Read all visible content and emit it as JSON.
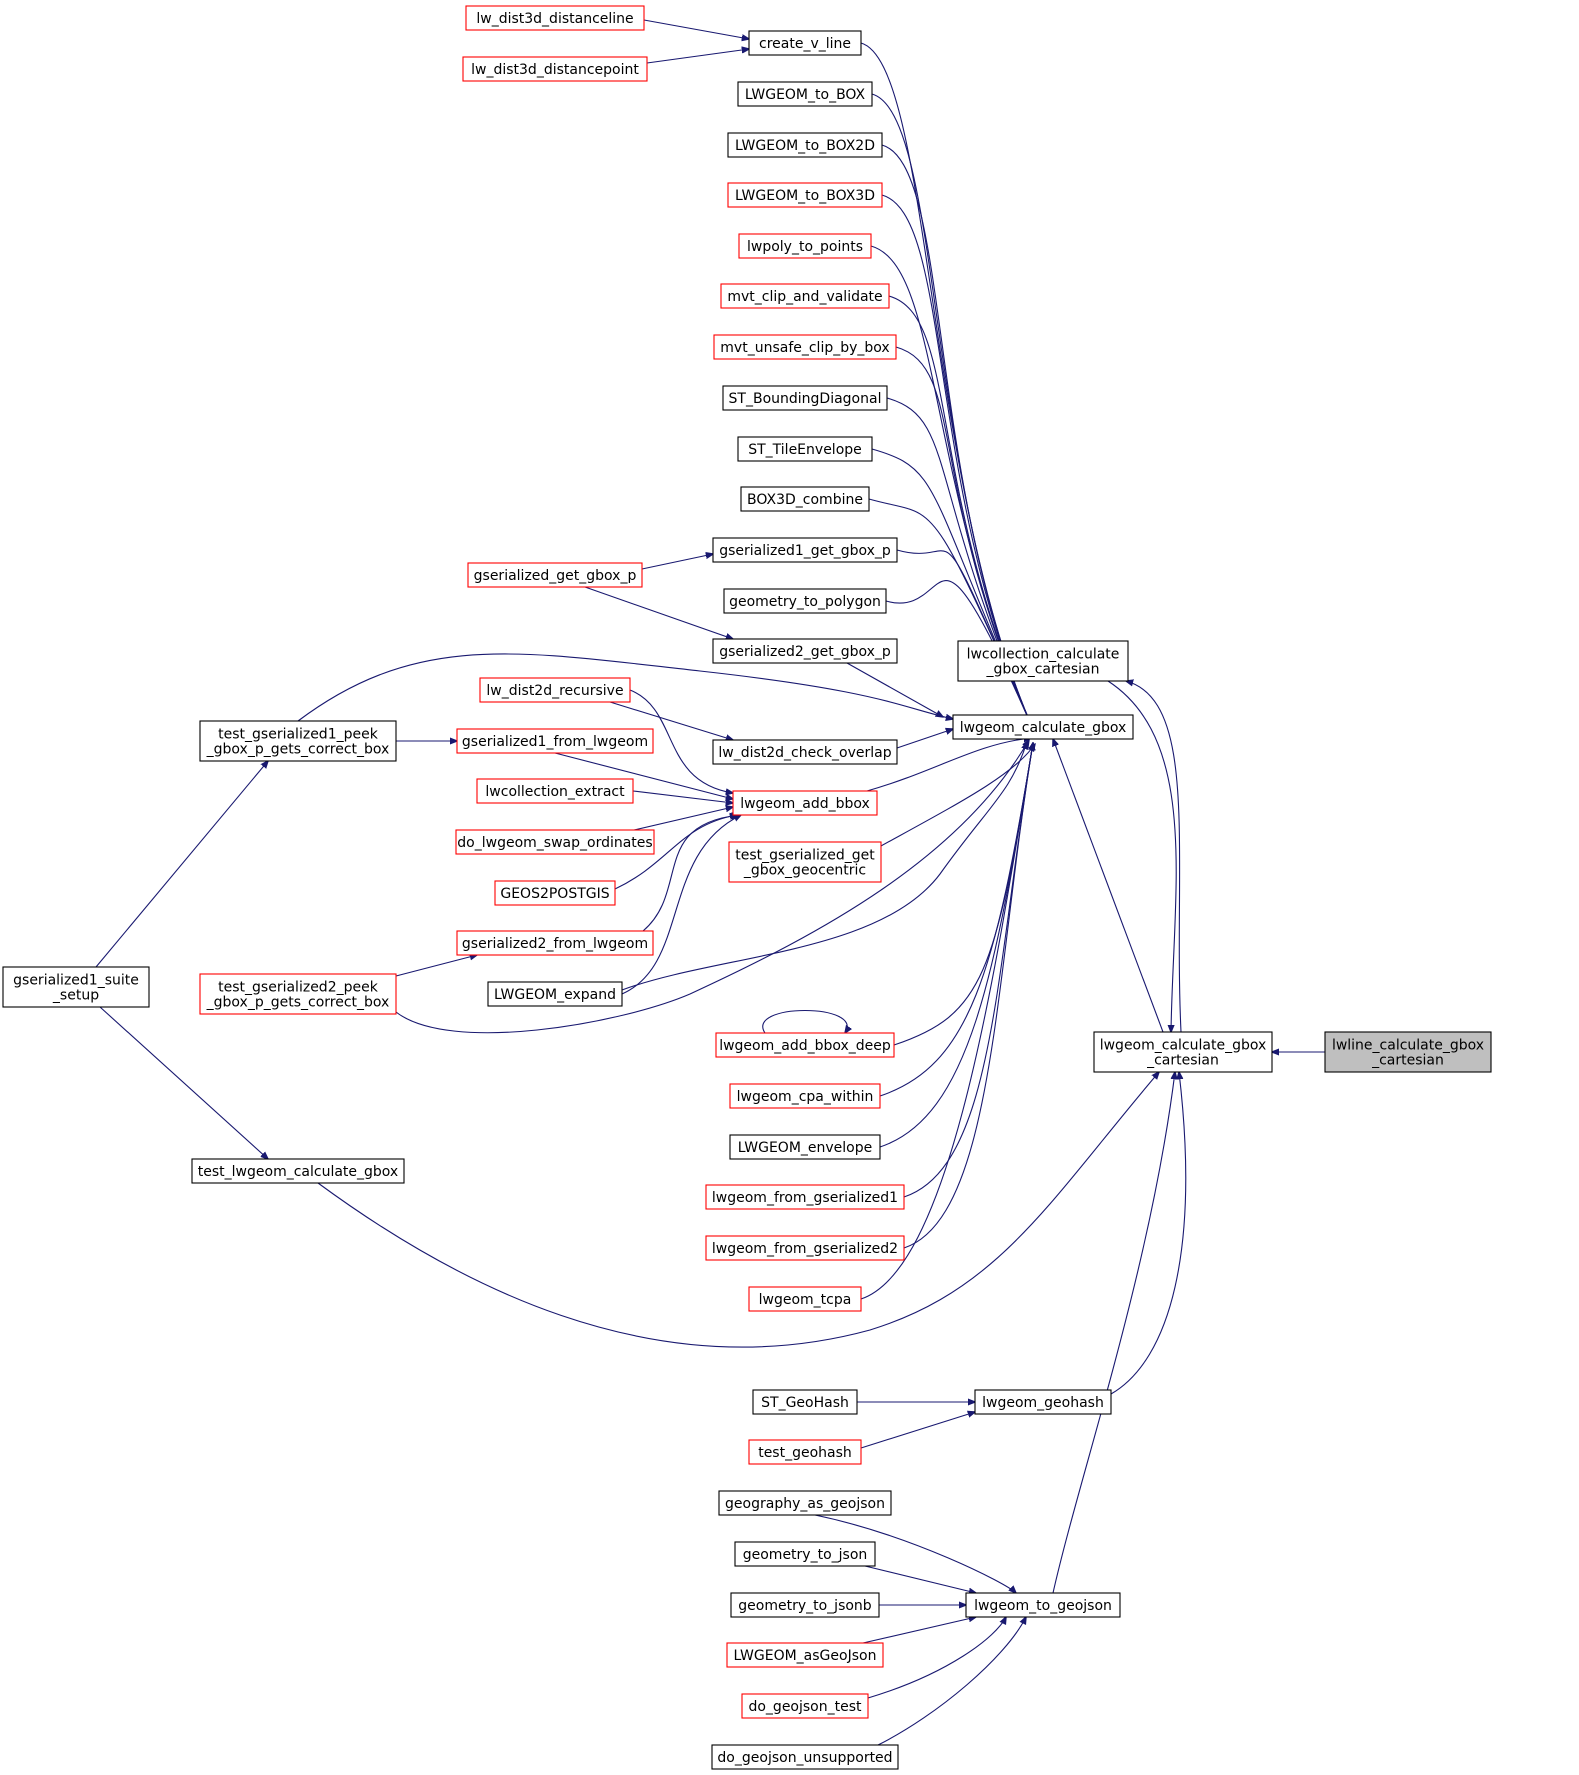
{
  "nodes": [
    {
      "id": "lwline_calculate_gbox_cartesian",
      "lines": [
        "lwline_calculate_gbox",
        "_cartesian"
      ],
      "color": "focus"
    },
    {
      "id": "lwgeom_calculate_gbox_cartesian",
      "lines": [
        "lwgeom_calculate_gbox",
        "_cartesian"
      ],
      "color": "black"
    },
    {
      "id": "lwcollection_calculate_gbox_cartesian",
      "lines": [
        "lwcollection_calculate",
        "_gbox_cartesian"
      ],
      "color": "black"
    },
    {
      "id": "lwgeom_calculate_gbox",
      "lines": [
        "lwgeom_calculate_gbox"
      ],
      "color": "black"
    },
    {
      "id": "lwgeom_geohash",
      "lines": [
        "lwgeom_geohash"
      ],
      "color": "black"
    },
    {
      "id": "lwgeom_to_geojson",
      "lines": [
        "lwgeom_to_geojson"
      ],
      "color": "black"
    },
    {
      "id": "create_v_line",
      "lines": [
        "create_v_line"
      ],
      "color": "black"
    },
    {
      "id": "LWGEOM_to_BOX",
      "lines": [
        "LWGEOM_to_BOX"
      ],
      "color": "black"
    },
    {
      "id": "LWGEOM_to_BOX2D",
      "lines": [
        "LWGEOM_to_BOX2D"
      ],
      "color": "black"
    },
    {
      "id": "LWGEOM_to_BOX3D",
      "lines": [
        "LWGEOM_to_BOX3D"
      ],
      "color": "red"
    },
    {
      "id": "lwpoly_to_points",
      "lines": [
        "lwpoly_to_points"
      ],
      "color": "red"
    },
    {
      "id": "mvt_clip_and_validate",
      "lines": [
        "mvt_clip_and_validate"
      ],
      "color": "red"
    },
    {
      "id": "mvt_unsafe_clip_by_box",
      "lines": [
        "mvt_unsafe_clip_by_box"
      ],
      "color": "red"
    },
    {
      "id": "ST_BoundingDiagonal",
      "lines": [
        "ST_BoundingDiagonal"
      ],
      "color": "black"
    },
    {
      "id": "ST_TileEnvelope",
      "lines": [
        "ST_TileEnvelope"
      ],
      "color": "black"
    },
    {
      "id": "BOX3D_combine",
      "lines": [
        "BOX3D_combine"
      ],
      "color": "black"
    },
    {
      "id": "gserialized1_get_gbox_p",
      "lines": [
        "gserialized1_get_gbox_p"
      ],
      "color": "black"
    },
    {
      "id": "geometry_to_polygon",
      "lines": [
        "geometry_to_polygon"
      ],
      "color": "black"
    },
    {
      "id": "gserialized2_get_gbox_p",
      "lines": [
        "gserialized2_get_gbox_p"
      ],
      "color": "black"
    },
    {
      "id": "lw_dist2d_check_overlap",
      "lines": [
        "lw_dist2d_check_overlap"
      ],
      "color": "black"
    },
    {
      "id": "lwgeom_add_bbox",
      "lines": [
        "lwgeom_add_bbox"
      ],
      "color": "red"
    },
    {
      "id": "test_gserialized_get_gbox_geocentric",
      "lines": [
        "test_gserialized_get",
        "_gbox_geocentric"
      ],
      "color": "red"
    },
    {
      "id": "lwgeom_add_bbox_deep",
      "lines": [
        "lwgeom_add_bbox_deep"
      ],
      "color": "red"
    },
    {
      "id": "lwgeom_cpa_within",
      "lines": [
        "lwgeom_cpa_within"
      ],
      "color": "red"
    },
    {
      "id": "LWGEOM_envelope",
      "lines": [
        "LWGEOM_envelope"
      ],
      "color": "black"
    },
    {
      "id": "lwgeom_from_gserialized1",
      "lines": [
        "lwgeom_from_gserialized1"
      ],
      "color": "red"
    },
    {
      "id": "lwgeom_from_gserialized2",
      "lines": [
        "lwgeom_from_gserialized2"
      ],
      "color": "red"
    },
    {
      "id": "lwgeom_tcpa",
      "lines": [
        "lwgeom_tcpa"
      ],
      "color": "red"
    },
    {
      "id": "ST_GeoHash",
      "lines": [
        "ST_GeoHash"
      ],
      "color": "black"
    },
    {
      "id": "test_geohash",
      "lines": [
        "test_geohash"
      ],
      "color": "red"
    },
    {
      "id": "geography_as_geojson",
      "lines": [
        "geography_as_geojson"
      ],
      "color": "black"
    },
    {
      "id": "geometry_to_json",
      "lines": [
        "geometry_to_json"
      ],
      "color": "black"
    },
    {
      "id": "geometry_to_jsonb",
      "lines": [
        "geometry_to_jsonb"
      ],
      "color": "black"
    },
    {
      "id": "LWGEOM_asGeoJson",
      "lines": [
        "LWGEOM_asGeoJson"
      ],
      "color": "red"
    },
    {
      "id": "do_geojson_test",
      "lines": [
        "do_geojson_test"
      ],
      "color": "red"
    },
    {
      "id": "do_geojson_unsupported",
      "lines": [
        "do_geojson_unsupported"
      ],
      "color": "black"
    },
    {
      "id": "lw_dist3d_distanceline",
      "lines": [
        "lw_dist3d_distanceline"
      ],
      "color": "red"
    },
    {
      "id": "lw_dist3d_distancepoint",
      "lines": [
        "lw_dist3d_distancepoint"
      ],
      "color": "red"
    },
    {
      "id": "gserialized_get_gbox_p",
      "lines": [
        "gserialized_get_gbox_p"
      ],
      "color": "red"
    },
    {
      "id": "lw_dist2d_recursive",
      "lines": [
        "lw_dist2d_recursive"
      ],
      "color": "red"
    },
    {
      "id": "gserialized1_from_lwgeom",
      "lines": [
        "gserialized1_from_lwgeom"
      ],
      "color": "red"
    },
    {
      "id": "lwcollection_extract",
      "lines": [
        "lwcollection_extract"
      ],
      "color": "red"
    },
    {
      "id": "do_lwgeom_swap_ordinates",
      "lines": [
        "do_lwgeom_swap_ordinates"
      ],
      "color": "red"
    },
    {
      "id": "GEOS2POSTGIS",
      "lines": [
        "GEOS2POSTGIS"
      ],
      "color": "red"
    },
    {
      "id": "gserialized2_from_lwgeom",
      "lines": [
        "gserialized2_from_lwgeom"
      ],
      "color": "red"
    },
    {
      "id": "LWGEOM_expand",
      "lines": [
        "LWGEOM_expand"
      ],
      "color": "black"
    },
    {
      "id": "test_gserialized1_peek_gbox_p_gets_correct_box",
      "lines": [
        "test_gserialized1_peek",
        "_gbox_p_gets_correct_box"
      ],
      "color": "black"
    },
    {
      "id": "test_gserialized2_peek_gbox_p_gets_correct_box",
      "lines": [
        "test_gserialized2_peek",
        "_gbox_p_gets_correct_box"
      ],
      "color": "red"
    },
    {
      "id": "test_lwgeom_calculate_gbox",
      "lines": [
        "test_lwgeom_calculate_gbox"
      ],
      "color": "black"
    },
    {
      "id": "gserialized1_suite_setup",
      "lines": [
        "gserialized1_suite",
        "_setup"
      ],
      "color": "black"
    }
  ]
}
